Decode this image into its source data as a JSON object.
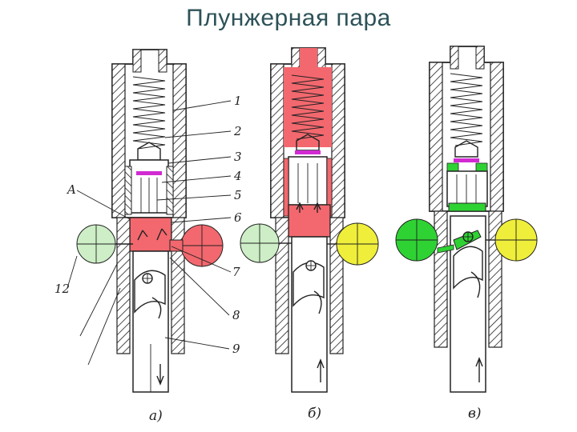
{
  "title": "Плунжерная пара",
  "colors": {
    "title": "#2d5258",
    "pressure_red": "#f2686e",
    "light_green": "#cdeec6",
    "bright_green": "#2fd233",
    "yellow": "#efee3a",
    "magenta": "#d22ad2"
  },
  "callouts": [
    "1",
    "2",
    "3",
    "4",
    "5",
    "6",
    "7",
    "8",
    "9",
    "A",
    "12"
  ],
  "captions": [
    "а)",
    "б)",
    "в)"
  ]
}
